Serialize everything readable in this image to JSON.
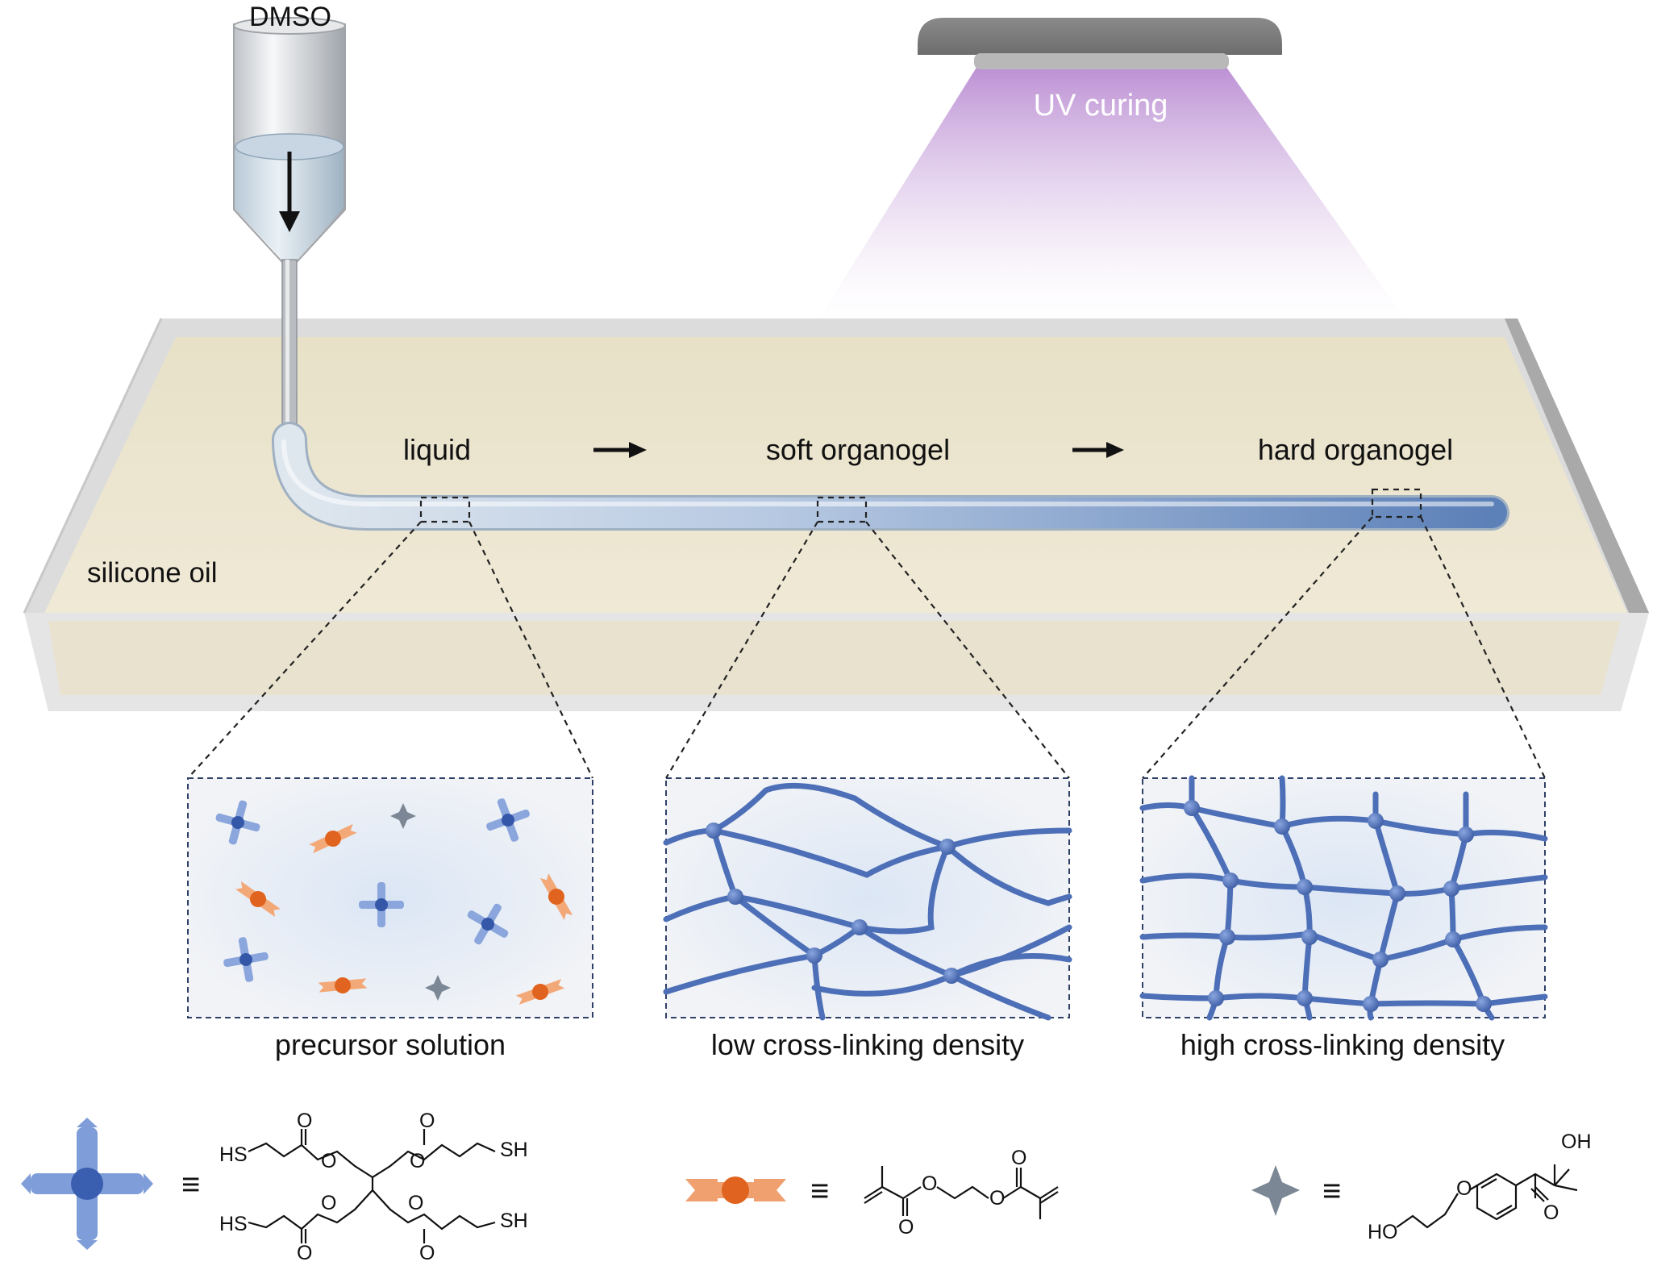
{
  "labels": {
    "dmso": "DMSO",
    "uv_curing": "UV curing",
    "silicone_oil": "silicone oil",
    "stage_liquid": "liquid",
    "stage_soft": "soft organogel",
    "stage_hard": "hard organogel"
  },
  "panels": {
    "precursor": "precursor solution",
    "low": "low cross-linking density",
    "high": "high cross-linking density"
  },
  "legend": {
    "equiv": "≡",
    "thiol_atoms": {
      "sh": "HS",
      "sh_right": "SH",
      "o": "O"
    },
    "acrylate_atoms": {
      "o": "O"
    },
    "initiator_atoms": {
      "oh": "OH",
      "ho": "HO",
      "o": "O"
    }
  },
  "colors": {
    "crosslinker_blue": "#5b7ec8",
    "monomer_orange": "#ea7a3e",
    "initiator_gray": "#7b8794",
    "network_blue": "#4d6fb7",
    "oil_bath": "#ede7d3",
    "uv_purple": "#b98ed2"
  }
}
